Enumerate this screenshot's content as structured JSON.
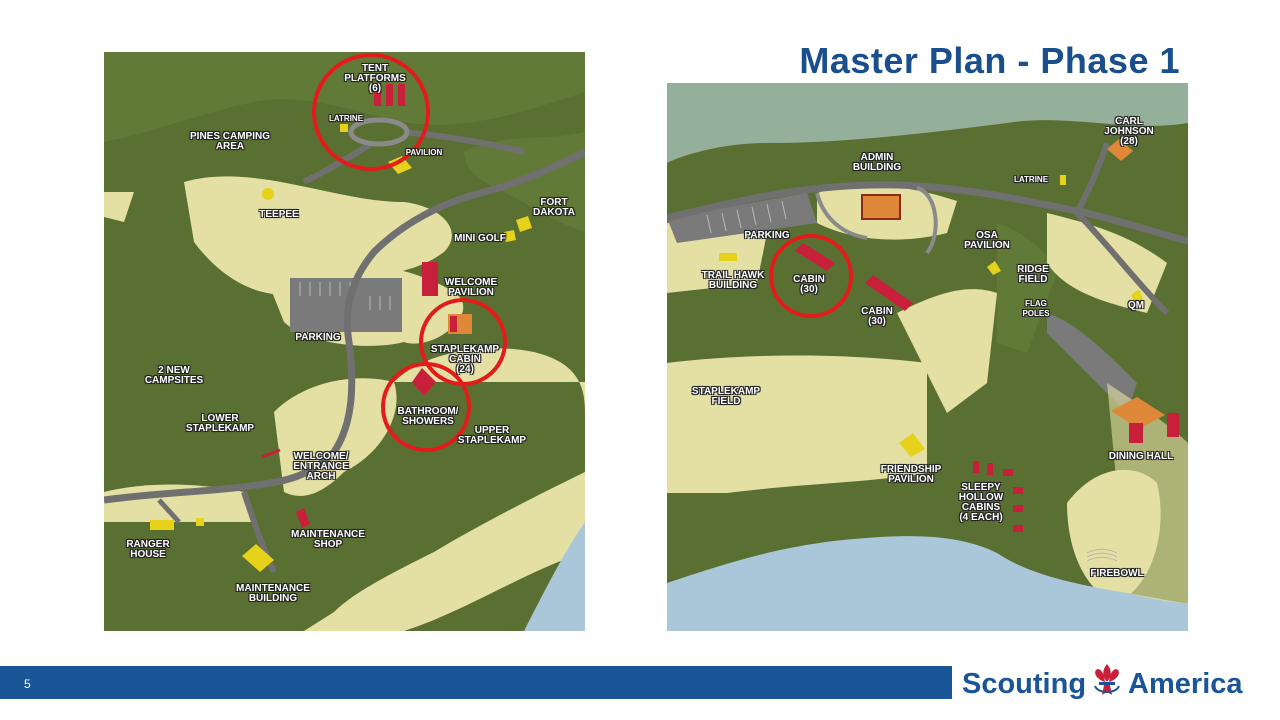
{
  "slide": {
    "title": "Master Plan - Phase 1",
    "page_number": "5"
  },
  "brand": {
    "word1": "Scouting",
    "word2": "America",
    "emblem_icon": "fleur-de-lis-icon"
  },
  "colors": {
    "title_blue": "#1a4e8c",
    "footer_blue": "#1a5597",
    "forest": "#556b2f",
    "meadow": "#e6e2a6",
    "water": "#a9c7d8",
    "road": "#6e6e6e",
    "highlight_circle": "#e31b1b",
    "building_red": "#c8203a",
    "building_orange": "#e0883a",
    "building_yellow": "#e6d21a"
  },
  "left_map": {
    "labels": {
      "tent_platforms": "TENT\nPLATFORMS\n(6)",
      "latrine": "LATRINE",
      "pines_camping": "PINES CAMPING\nAREA",
      "pavilion": "PAVILION",
      "teepee": "TEEPEE",
      "fort_dakota": "FORT\nDAKOTA",
      "mini_golf": "MINI GOLF",
      "welcome_pavilion": "WELCOME\nPAVILION",
      "parking": "PARKING",
      "staplekamp_cabin": "STAPLEKAMP\nCABIN\n(24)",
      "new_campsites": "2 NEW\nCAMPSITES",
      "bathroom_showers": "BATHROOM/\nSHOWERS",
      "lower_staplekamp": "LOWER\nSTAPLEKAMP",
      "upper_staplekamp": "UPPER\nSTAPLEKAMP",
      "welcome_arch": "WELCOME/\nENTRANCE\nARCH",
      "ranger_house": "RANGER\nHOUSE",
      "maintenance_shop": "MAINTENANCE\nSHOP",
      "maintenance_building": "MAINTENANCE\nBUILDING"
    }
  },
  "right_map": {
    "labels": {
      "admin_building": "ADMIN\nBUILDING",
      "carl_johnson": "CARL\nJOHNSON\n(28)",
      "latrine": "LATRINE",
      "parking": "PARKING",
      "osa_pavilion": "OSA\nPAVILION",
      "trail_hawk": "TRAIL HAWK\nBUILDING",
      "cabin_circled": "CABIN\n(30)",
      "ridge_field": "RIDGE\nFIELD",
      "flag_poles": "FLAG\nPOLES",
      "qm": "QM",
      "cabin_second": "CABIN\n(30)",
      "staplekamp_field": "STAPLEKAMP\nFIELD",
      "dining_hall": "DINING HALL",
      "friendship_pavilion": "FRIENDSHIP\nPAVILION",
      "sleepy_hollow": "SLEEPY\nHOLLOW\nCABINS\n(4 EACH)",
      "firebowl": "FIREBOWL"
    }
  }
}
